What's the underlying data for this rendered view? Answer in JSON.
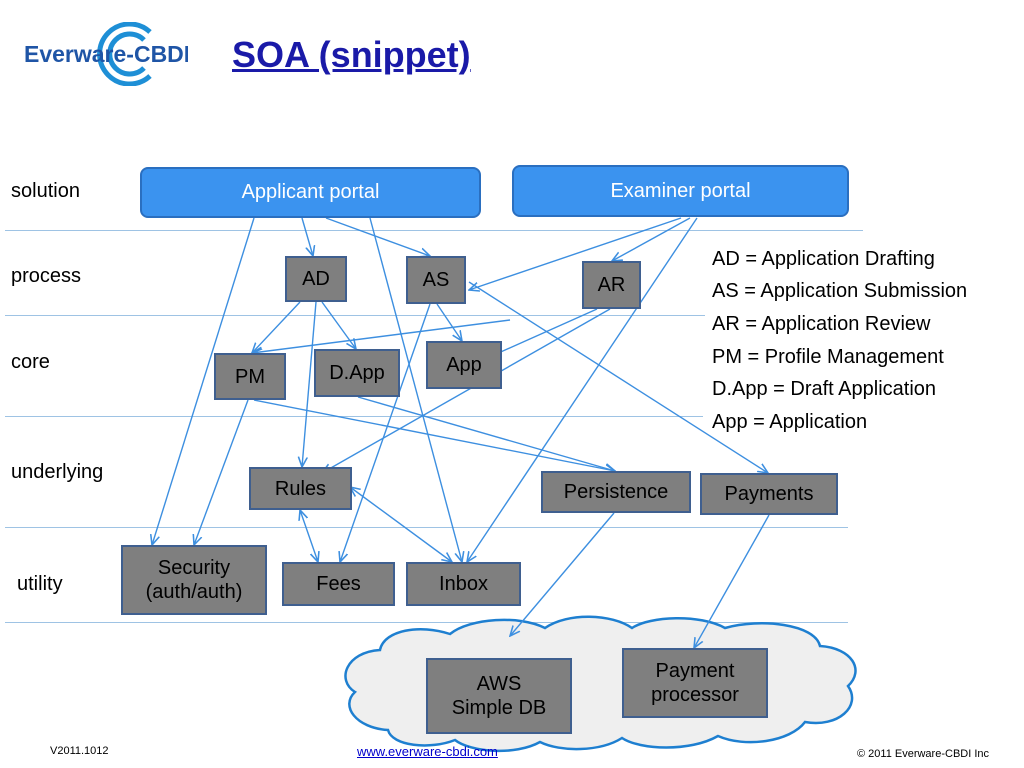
{
  "logo": {
    "text": "Everware-CBDI"
  },
  "title": "SOA (snippet)",
  "layers": [
    "solution",
    "process",
    "core",
    "underlying",
    "utility"
  ],
  "portals": {
    "applicant": "Applicant portal",
    "examiner": "Examiner portal"
  },
  "services": {
    "ad": "AD",
    "as": "AS",
    "ar": "AR",
    "pm": "PM",
    "dapp": "D.App",
    "app": "App",
    "rules": "Rules",
    "persistence": "Persistence",
    "payments": "Payments",
    "security": "Security\n(auth/auth)",
    "fees": "Fees",
    "inbox": "Inbox",
    "aws": "AWS\nSimple DB",
    "payment_processor": "Payment\nprocessor"
  },
  "legend": [
    "AD = Application Drafting",
    "AS = Application Submission",
    "AR = Application Review",
    "PM = Profile Management",
    "D.App = Draft Application",
    "App = Application"
  ],
  "footer": {
    "version": "V2011.1012",
    "url": "www.everware-cbdi.com",
    "copyright": "© 2011 Everware-CBDI Inc"
  },
  "colors": {
    "portal_fill": "#3b93ef",
    "box_fill": "#7f7f7f",
    "arrow": "#3d8fe0",
    "separator": "#9ec3e4",
    "title": "#1a1aa8"
  }
}
